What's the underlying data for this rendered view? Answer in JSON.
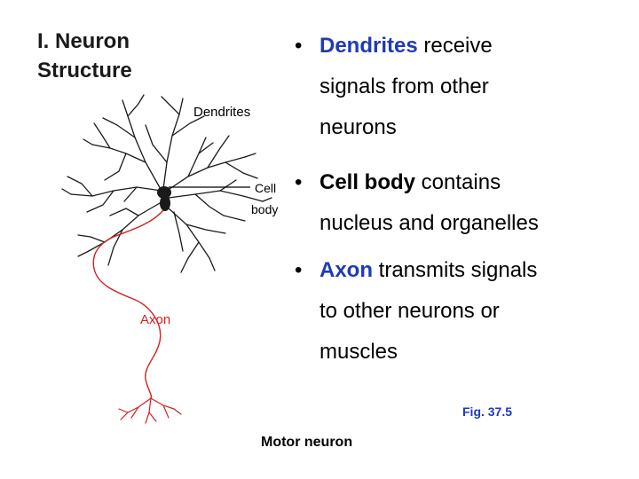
{
  "title": {
    "line1": "I.  Neuron",
    "line2": "Structure"
  },
  "diagram": {
    "labels": {
      "dendrites": "Dendrites",
      "cell_body_line1": "Cell",
      "cell_body_line2": "body",
      "axon": "Axon"
    },
    "caption": "Motor neuron",
    "figure_ref": "Fig. 37.5",
    "colors": {
      "neuron": "#1a1a1a",
      "axon": "#d42020",
      "axon_label": "#d42020",
      "background": "#ffffff"
    }
  },
  "bullets": [
    {
      "keyword": "Dendrites",
      "rest_line1": " receive",
      "rest_line2": "signals from other",
      "rest_line3": "neurons",
      "keyword_color": "#1f3ab8"
    },
    {
      "keyword": "Cell body",
      "rest_line1": " contains",
      "rest_line2": "nucleus and organelles",
      "keyword_color": "#000000"
    },
    {
      "keyword": "Axon",
      "rest_line1": " transmits signals",
      "rest_line2": "to other neurons or",
      "rest_line3": "muscles",
      "keyword_color": "#1f3ab8"
    }
  ],
  "bullet_symbol": "•"
}
